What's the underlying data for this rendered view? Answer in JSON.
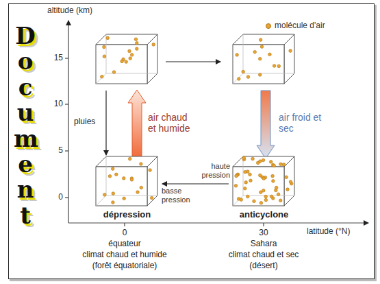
{
  "diagram": {
    "nodes": [
      {
        "text": [
          "dépression"
        ]
      },
      {
        "text": [
          "anticyclone"
        ]
      }
    ],
    "edges": [
      {
        "from": 1,
        "to": 0,
        "arrow": "to"
      }
    ],
    "labels": [
      "Document",
      "altitude (km)",
      "15",
      "10",
      "5",
      "0",
      "pluies",
      "air chaud et humide",
      "air froid et sec",
      "haute pression",
      "basse pression",
      "0",
      "30",
      "latitude (°N)",
      "équateur",
      "climat chaud et humide",
      "(forêt équatoriale)",
      "Sahara",
      "climat chaud et sec",
      "(désert)"
    ],
    "legend": [
      {
        "text": "molécule d'air",
        "color": "#e8a530"
      }
    ]
  }
}
